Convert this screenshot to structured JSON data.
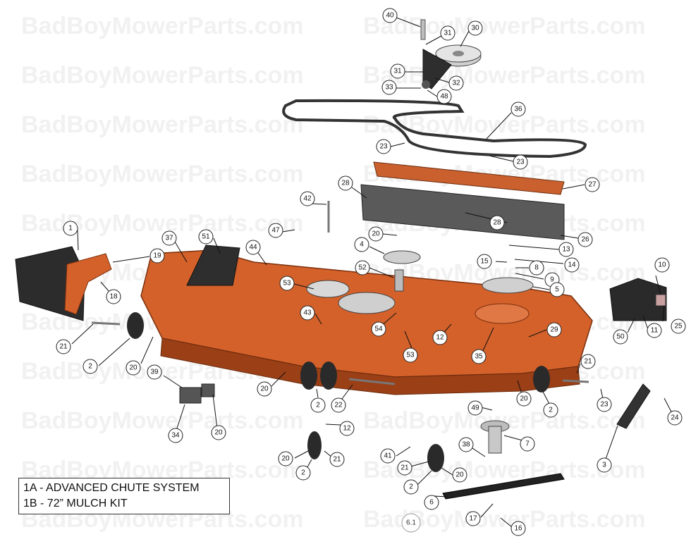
{
  "watermark": "BadBoyMowerParts.com",
  "colors": {
    "deck": "#d4612a",
    "deck_dark": "#9a3f16",
    "dark_part": "#3a3a3a",
    "metal": "#c9c9c9",
    "tire": "#2a2a2a"
  },
  "legend": {
    "line1": "1A - ADVANCED CHUTE SYSTEM",
    "line2": "1B - 72” MULCH KIT"
  },
  "page_ref": "6.1",
  "callouts": [
    {
      "id": "c40",
      "label": "40"
    },
    {
      "id": "c31a",
      "label": "31"
    },
    {
      "id": "c30",
      "label": "30"
    },
    {
      "id": "c31b",
      "label": "31"
    },
    {
      "id": "c33",
      "label": "33"
    },
    {
      "id": "c32",
      "label": "32"
    },
    {
      "id": "c48",
      "label": "48"
    },
    {
      "id": "c36",
      "label": "36"
    },
    {
      "id": "c23a",
      "label": "23"
    },
    {
      "id": "c23b",
      "label": "23"
    },
    {
      "id": "c28a",
      "label": "28"
    },
    {
      "id": "c27",
      "label": "27"
    },
    {
      "id": "c42",
      "label": "42"
    },
    {
      "id": "c28b",
      "label": "28"
    },
    {
      "id": "c47",
      "label": "47"
    },
    {
      "id": "c20a",
      "label": "20"
    },
    {
      "id": "c26",
      "label": "26"
    },
    {
      "id": "c13",
      "label": "13"
    },
    {
      "id": "c1",
      "label": "1"
    },
    {
      "id": "c51",
      "label": "51"
    },
    {
      "id": "c37",
      "label": "37"
    },
    {
      "id": "c44",
      "label": "44"
    },
    {
      "id": "c4",
      "label": "4"
    },
    {
      "id": "c14",
      "label": "14"
    },
    {
      "id": "c19",
      "label": "19"
    },
    {
      "id": "c15",
      "label": "15"
    },
    {
      "id": "c8",
      "label": "8"
    },
    {
      "id": "c52",
      "label": "52"
    },
    {
      "id": "c10",
      "label": "10"
    },
    {
      "id": "c9",
      "label": "9"
    },
    {
      "id": "c5",
      "label": "5"
    },
    {
      "id": "c18",
      "label": "18"
    },
    {
      "id": "c53a",
      "label": "53"
    },
    {
      "id": "c43",
      "label": "43"
    },
    {
      "id": "c54",
      "label": "54"
    },
    {
      "id": "c12a",
      "label": "12"
    },
    {
      "id": "c29",
      "label": "29"
    },
    {
      "id": "c50",
      "label": "50"
    },
    {
      "id": "c11",
      "label": "11"
    },
    {
      "id": "c25",
      "label": "25"
    },
    {
      "id": "c21a",
      "label": "21"
    },
    {
      "id": "c53b",
      "label": "53"
    },
    {
      "id": "c35",
      "label": "35"
    },
    {
      "id": "c2a",
      "label": "2"
    },
    {
      "id": "c20b",
      "label": "20"
    },
    {
      "id": "c21b",
      "label": "21"
    },
    {
      "id": "c39",
      "label": "39"
    },
    {
      "id": "c20c",
      "label": "20"
    },
    {
      "id": "c20d",
      "label": "20"
    },
    {
      "id": "c2b",
      "label": "2"
    },
    {
      "id": "c22",
      "label": "22"
    },
    {
      "id": "c2c",
      "label": "2"
    },
    {
      "id": "c23c",
      "label": "23"
    },
    {
      "id": "c49",
      "label": "49"
    },
    {
      "id": "c24",
      "label": "24"
    },
    {
      "id": "c34",
      "label": "34"
    },
    {
      "id": "c20e",
      "label": "20"
    },
    {
      "id": "c12b",
      "label": "12"
    },
    {
      "id": "c7",
      "label": "7"
    },
    {
      "id": "c38",
      "label": "38"
    },
    {
      "id": "c20f",
      "label": "20"
    },
    {
      "id": "c21c",
      "label": "21"
    },
    {
      "id": "c41",
      "label": "41"
    },
    {
      "id": "c3",
      "label": "3"
    },
    {
      "id": "c2d",
      "label": "2"
    },
    {
      "id": "c21d",
      "label": "21"
    },
    {
      "id": "c20g",
      "label": "20"
    },
    {
      "id": "c2e",
      "label": "2"
    },
    {
      "id": "c6",
      "label": "6"
    },
    {
      "id": "c17",
      "label": "17"
    },
    {
      "id": "c16",
      "label": "16"
    }
  ]
}
